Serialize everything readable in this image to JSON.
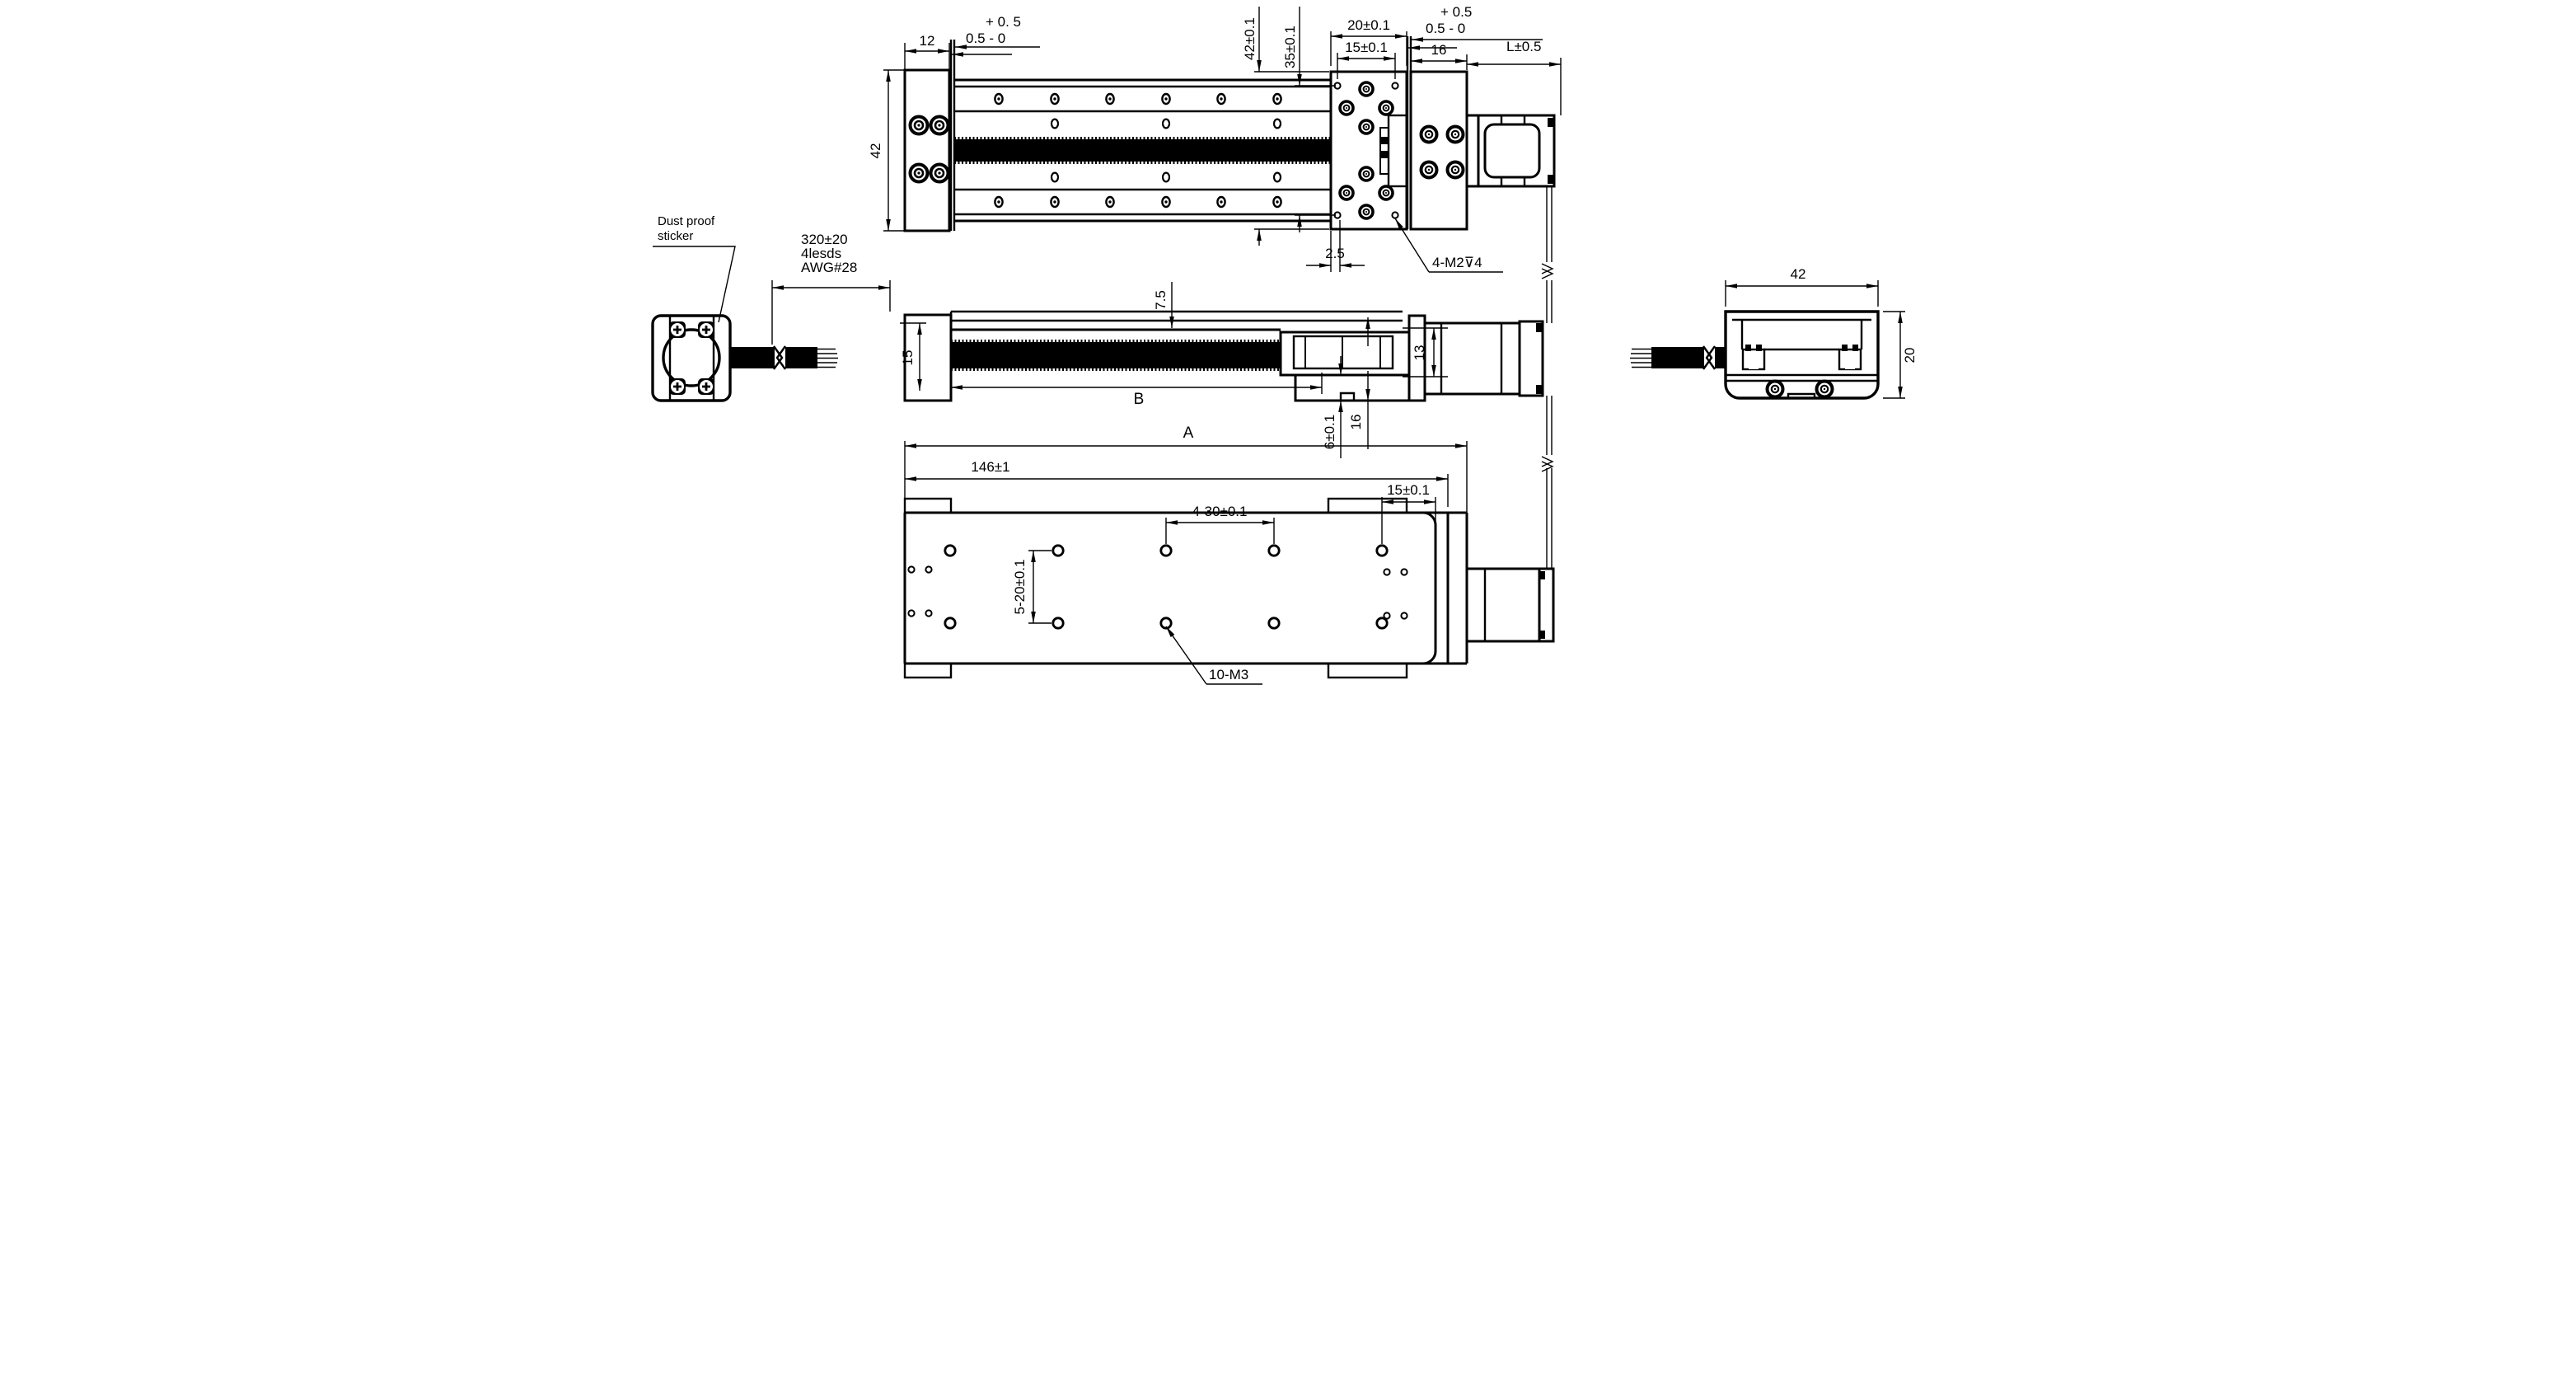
{
  "title": "Linear stage actuator engineering drawing",
  "colors": {
    "ink": "#000000",
    "paper": "#ffffff"
  },
  "views": {
    "front": {
      "dims": {
        "block_width": "12",
        "gap_tol_plus_left": "+ 0. 5",
        "gap_tol_left": "0.5 - 0",
        "height": "42",
        "carriage_height": "42±0.1",
        "hole_span_v": "35±0.1",
        "carriage_width": "20±0.1",
        "hole_span_h": "15±0.1",
        "gap_tol_plus_right": "+ 0.5",
        "gap_tol_right": "0.5 - 0",
        "end_block": "16",
        "motor_len": "L±0.5",
        "edge_offset": "2.5",
        "tapped_holes": "4-M2⊽4"
      }
    },
    "side": {
      "dims": {
        "screw_offset": "7.5",
        "block_height": "15",
        "clearance": "6±0.1",
        "height_16": "16",
        "motor_step": "13",
        "stroke": "B"
      }
    },
    "left_end": {
      "sticker_label_line1": "Dust proof",
      "sticker_label_line2": "sticker",
      "cable_len": "320±20",
      "cable_leads": "4lesds",
      "cable_awg": "AWG#28"
    },
    "right_end": {
      "dims": {
        "width": "42",
        "height": "20"
      }
    },
    "plan": {
      "dims": {
        "overall": "A",
        "base_len": "146±1",
        "hole_edge": "15±0.1",
        "hole_pitch_x": "4-30±0.1",
        "hole_pitch_y": "5-20±0.1",
        "tapped_holes": "10-M3"
      }
    }
  }
}
